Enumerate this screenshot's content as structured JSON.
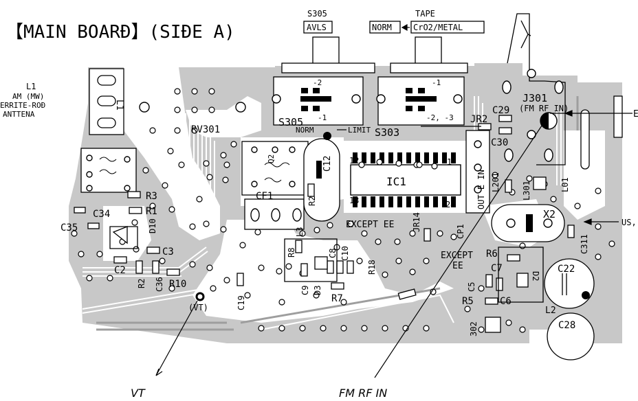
{
  "title": "【MAIN BOARĐ】(SIĐE A)",
  "switches": {
    "s305_top": "S305",
    "avls": "AVLS",
    "tape": "TAPE",
    "norm_box": "NORM",
    "cro2": "CrO2/METAL",
    "s305_board": "S305",
    "s303": "S303",
    "norm_limit_a": "NORM",
    "norm_limit_b": "LIMIT"
  },
  "antenna": {
    "line1": "L1",
    "line2": "AM (MW)",
    "line3": "ERRITE-ROĐ",
    "line4": "ANTTENA",
    "coil": "L1"
  },
  "refs": {
    "rv301": "RV301",
    "j301": "J301",
    "fmrfin": "(FM RF IN)",
    "jr2": "JR2",
    "c29": "C29",
    "c30": "C30",
    "ic1": "IC1",
    "cf1": "CF1",
    "c34": "C34",
    "c35": "C35",
    "r3": "R3",
    "r1": "R1",
    "d10": "D10",
    "c3": "C3",
    "c2": "C2",
    "r2": "R2",
    "c36": "C36",
    "r10": "R10",
    "c19": "C19",
    "vt_label": "(VT)",
    "r8": "R8",
    "c8": "C8",
    "c10": "C10",
    "r18": "R18",
    "c9": "C9",
    "d3": "D3",
    "r7": "R7",
    "jr14": "JR14",
    "cp1": "CP1",
    "l201": "L201",
    "l301": "L301",
    "l01": "L01",
    "x2": "X2",
    "c311": "C311",
    "r6": "R6",
    "c7": "C7",
    "d2": "D2",
    "c5": "C5",
    "c6": "C6",
    "r5": "R5",
    "c22": "C22",
    "l2": "L2",
    "c28": "C28",
    "u302": "302",
    "except_ee_1": "EXCEPT EE",
    "except_ee_2a": "EXCEPT",
    "except_ee_2b": "EE",
    "out_in": "OUT E IN",
    "l3": "L3",
    "r21": "R2",
    "c12": "C12",
    "q2": "Q2",
    "pin12": "12",
    "pin1": "1",
    "pin13": "13",
    "pin24": "24",
    "sw_a1": "-2",
    "sw_a2": "-1",
    "sw_b1": "-1",
    "sw_b2": "-2, -3"
  },
  "edge": {
    "right_e": "E",
    "right_us": "US,"
  },
  "callouts": {
    "vt": "VT",
    "fmrfin": "FM RF IN"
  }
}
